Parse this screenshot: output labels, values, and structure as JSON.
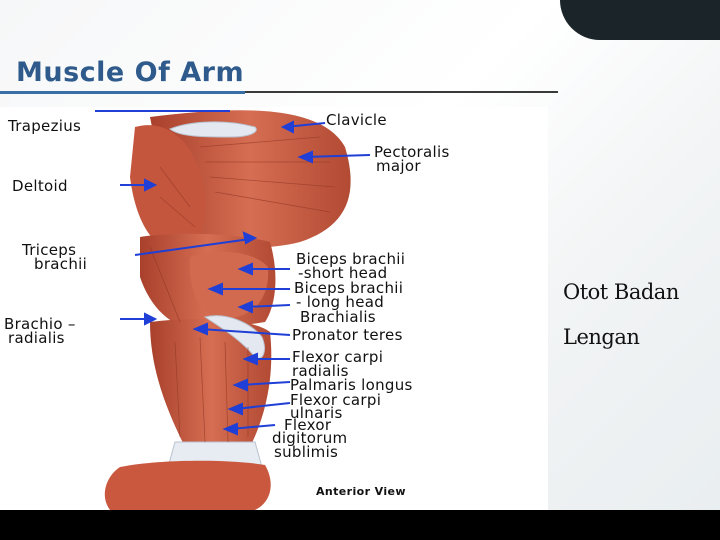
{
  "slide": {
    "title": "Muscle Of Arm",
    "side_labels": [
      "Otot Badan",
      "Lengan"
    ]
  },
  "figure": {
    "labels": {
      "trapezius": "Trapezius",
      "clavicle": "Clavicle",
      "pectoralis_1": "Pectoralis",
      "pectoralis_2": "major",
      "deltoid": "Deltoid",
      "triceps_1": "Triceps",
      "triceps_2": "brachii",
      "biceps_short_1": "Biceps brachii",
      "biceps_short_2": "-short head",
      "biceps_long_1": "Biceps brachii",
      "biceps_long_2": "- long head",
      "brachialis": "Brachialis",
      "brachioradialis_1": "Brachio –",
      "brachioradialis_2": "radialis",
      "pronator_teres": "Pronator teres",
      "fcr_1": "Flexor carpi",
      "fcr_2": "radialis",
      "palmaris_longus": "Palmaris longus",
      "fcu_1": "Flexor carpi",
      "fcu_2": "ulnaris",
      "fds_1": "Flexor",
      "fds_2": "digitorum",
      "fds_3": "sublimis",
      "view": "Anterior View"
    },
    "colors": {
      "muscle": "#c85a42",
      "muscle_light": "#e59a7e",
      "tendon": "#dfe6f0",
      "arrow": "#1f3fd6"
    }
  }
}
